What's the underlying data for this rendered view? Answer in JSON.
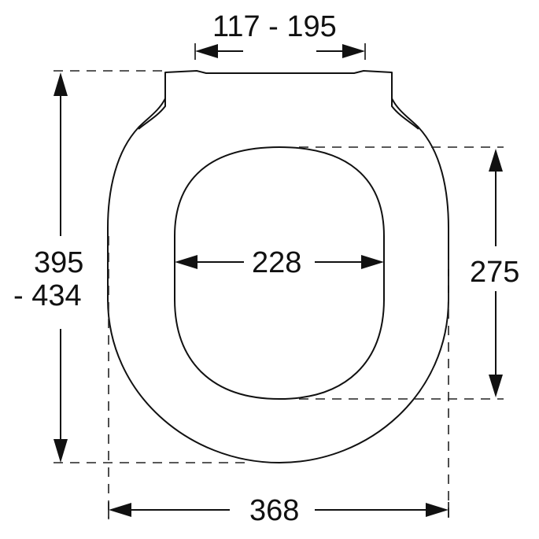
{
  "diagram": {
    "subject": "toilet seat top view with dimensions",
    "units": "mm",
    "colors": {
      "line": "#111111",
      "background": "#ffffff"
    },
    "dimensions": {
      "hinge_spacing": {
        "label": "117 - 195",
        "orientation": "horizontal",
        "position": "top"
      },
      "overall_length": {
        "label_line1": "395",
        "label_line2": "- 434",
        "orientation": "vertical",
        "position": "left"
      },
      "opening_width": {
        "label": "228",
        "orientation": "horizontal",
        "position": "center"
      },
      "opening_length": {
        "label": "275",
        "orientation": "vertical",
        "position": "right"
      },
      "overall_width": {
        "label": "368",
        "orientation": "horizontal",
        "position": "bottom"
      }
    }
  }
}
